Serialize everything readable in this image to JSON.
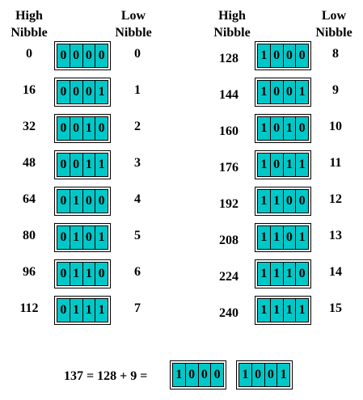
{
  "headers": {
    "left_high": [
      "High",
      "Nibble"
    ],
    "left_low": [
      "Low",
      "Nibble"
    ],
    "right_high": [
      "High",
      "Nibble"
    ],
    "right_low": [
      "Low",
      "Nibble"
    ]
  },
  "colors": {
    "cell_fill": "#00c8c8",
    "border": "#000000"
  },
  "left_rows": [
    {
      "high": "0",
      "bits": [
        "0",
        "0",
        "0",
        "0"
      ],
      "low": "0"
    },
    {
      "high": "16",
      "bits": [
        "0",
        "0",
        "0",
        "1"
      ],
      "low": "1"
    },
    {
      "high": "32",
      "bits": [
        "0",
        "0",
        "1",
        "0"
      ],
      "low": "2"
    },
    {
      "high": "48",
      "bits": [
        "0",
        "0",
        "1",
        "1"
      ],
      "low": "3"
    },
    {
      "high": "64",
      "bits": [
        "0",
        "1",
        "0",
        "0"
      ],
      "low": "4"
    },
    {
      "high": "80",
      "bits": [
        "0",
        "1",
        "0",
        "1"
      ],
      "low": "5"
    },
    {
      "high": "96",
      "bits": [
        "0",
        "1",
        "1",
        "0"
      ],
      "low": "6"
    },
    {
      "high": "112",
      "bits": [
        "0",
        "1",
        "1",
        "1"
      ],
      "low": "7"
    }
  ],
  "right_rows": [
    {
      "high": "128",
      "bits": [
        "1",
        "0",
        "0",
        "0"
      ],
      "low": "8"
    },
    {
      "high": "144",
      "bits": [
        "1",
        "0",
        "0",
        "1"
      ],
      "low": "9"
    },
    {
      "high": "160",
      "bits": [
        "1",
        "0",
        "1",
        "0"
      ],
      "low": "10"
    },
    {
      "high": "176",
      "bits": [
        "1",
        "0",
        "1",
        "1"
      ],
      "low": "11"
    },
    {
      "high": "192",
      "bits": [
        "1",
        "1",
        "0",
        "0"
      ],
      "low": "12"
    },
    {
      "high": "208",
      "bits": [
        "1",
        "1",
        "0",
        "1"
      ],
      "low": "13"
    },
    {
      "high": "224",
      "bits": [
        "1",
        "1",
        "1",
        "0"
      ],
      "low": "14"
    },
    {
      "high": "240",
      "bits": [
        "1",
        "1",
        "1",
        "1"
      ],
      "low": "15"
    }
  ],
  "example": {
    "text": "137 = 128 + 9 =",
    "high_bits": [
      "1",
      "0",
      "0",
      "0"
    ],
    "low_bits": [
      "1",
      "0",
      "0",
      "1"
    ]
  }
}
